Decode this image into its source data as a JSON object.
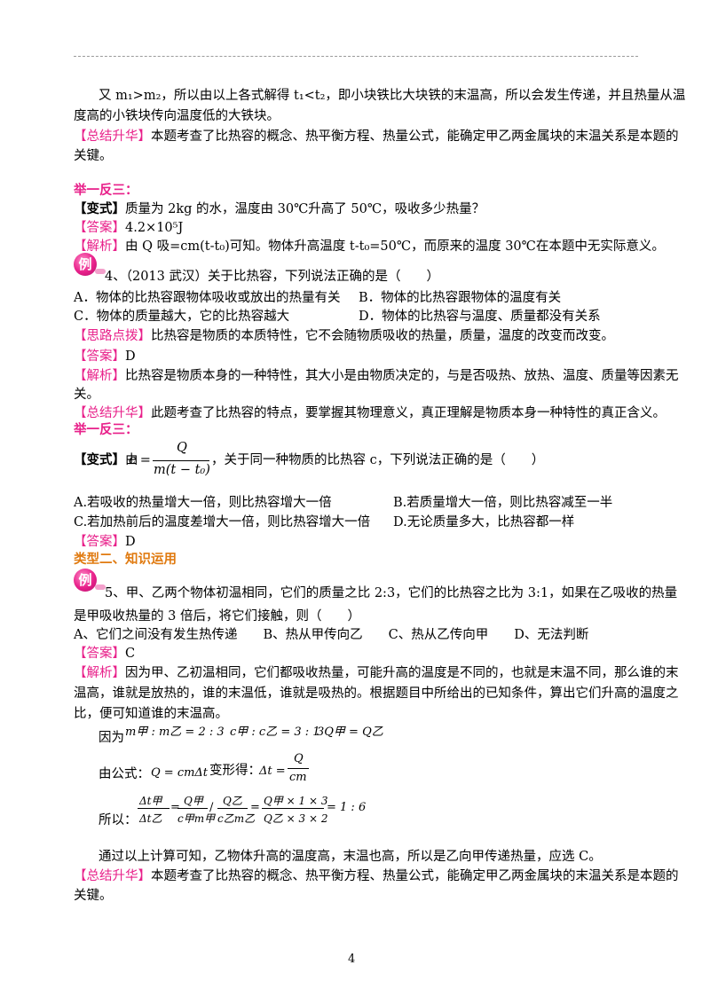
{
  "page_number": "4",
  "lines": {
    "l1": "又 m₁>m₂，所以由以上各式解得 t₁<t₂，即小块铁比大块铁的末温高，所以会发生传递，并且热量从温",
    "l2": "度高的小铁块传向温度低的大铁块。",
    "summary1_tag": "【总结升华】",
    "summary1_a": "本题考查了比热容的概念、热平衡方程、热量公式，能确定甲乙两金属块的末温关系是本题的",
    "summary1_b": "关键。",
    "juyi1": "举一反三：",
    "v1_tag": "【变式】",
    "v1_text": "质量为 2kg 的水，温度由 30℃升高了 50℃，吸收多少热量？",
    "v1_ans_tag": "【答案】",
    "v1_ans": "4.2×10⁵J",
    "v1_jx_tag": "【解析】",
    "v1_jx": "由 Q 吸=cm(t-t₀)可知。物体升高温度 t-t₀=50℃，而原来的温度 30℃在本题中无实际意义。",
    "ex_icon": "例",
    "q4": "4、（2013 武汉）关于比热容，下列说法正确的是（　　）",
    "q4_a": "A．物体的比热容跟物体吸收或放出的热量有关",
    "q4_b": "B．物体的比热容跟物体的温度有关",
    "q4_c": "C．物体的质量越大，它的比热容越大",
    "q4_d": "D．物体的比热容与温度、质量都没有关系",
    "q4_sl_tag": "【思路点拨】",
    "q4_sl": "比热容是物质的本质特性，它不会随物质吸收的热量，质量，温度的改变而改变。",
    "q4_ans_tag": "【答案】",
    "q4_ans": "D",
    "q4_jx_tag": "【解析】",
    "q4_jx_a": "比热容是物质本身的一种特性，其大小是由物质决定的，与是否吸热、放热、温度、质量等因素无",
    "q4_jx_b": "关。",
    "q4_zj_tag": "【总结升华】",
    "q4_zj": "此题考查了比热容的特点，要掌握其物理意义，真正理解是物质本身一种特性的真正含义。",
    "juyi2": "举一反三：",
    "v2_tag": "【变式】",
    "v2_pre": "由",
    "v2_c": "c =",
    "v2_num": "Q",
    "v2_den": "m(t − t₀)",
    "v2_post": "，关于同一种物质的比热容 c，下列说法正确的是（　　）",
    "v2_a": "A.若吸收的热量增大一倍，则比热容增大一倍",
    "v2_b": "B.若质量增大一倍，则比热容减至一半",
    "v2_c_opt": "C.若加热前后的温度差增大一倍，则比热容增大一倍",
    "v2_d": "D.无论质量多大，比热容都一样",
    "v2_ans_tag": "【答案】",
    "v2_ans": "D",
    "type2": "类型二、知识运用",
    "q5_a": "5、甲、乙两个物体初温相同，它们的质量之比 2:3，它们的比热容之比为 3:1，如果在乙吸收的热量",
    "q5_b": "是甲吸收热量的 3 倍后，将它们接触，则（　　）",
    "q5_opts": "A、它们之间没有发生热传递　　B、热从甲传向乙　　C、热从乙传向甲　　D、无法判断",
    "q5_ans_tag": "【答案】",
    "q5_ans": "C",
    "q5_jx_tag": "【解析】",
    "q5_jx_a": "因为甲、乙初温相同，它们都吸收热量，可能升高的温度是不同的，也就是末温不同，那么谁的末",
    "q5_jx_b": "温高，谁就是放热的，谁的末温低，谁就是吸热的。根据题目中所给出的已知条件，算出它们升高的温度之",
    "q5_jx_c": "比，便可知道谁的末温高。",
    "because": "因为",
    "eq1": "m甲 : m乙 = 2 : 3",
    "eq2": "c甲 : c乙 = 3 : 1",
    "eq3": "3Q甲 = Q乙",
    "formula_pre": "由公式：",
    "formula": "Q = cmΔt",
    "transform": "变形得：",
    "dt_lhs": "Δt =",
    "dt_num": "Q",
    "dt_den": "cm",
    "so": "所以：",
    "r1_num": "Δt甲",
    "r1_den": "Δt乙",
    "r2_num": "Q甲",
    "r2_den": "c甲m甲",
    "r3_num": "Q乙",
    "r3_den": "c乙m乙",
    "r4_num": "Q甲 × 1 × 3",
    "r4_den": "Q乙 × 3 × 2",
    "r_result": "= 1 : 6",
    "conc": "通过以上计算可知，乙物体升高的温度高，末温也高，所以是乙向甲传递热量，应选 C。",
    "summary2_tag": "【总结升华】",
    "summary2_a": "本题考查了比热容的概念、热平衡方程、热量公式，能确定甲乙两金属块的末温关系是本题的",
    "summary2_b": "关键。"
  },
  "colors": {
    "tag": "#e8208a",
    "type_heading": "#e07a10"
  }
}
